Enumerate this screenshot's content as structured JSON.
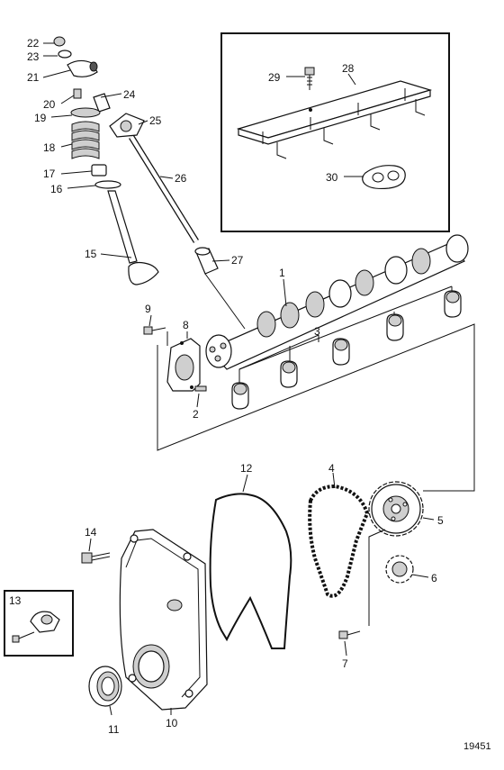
{
  "diagram": {
    "reference_number": "19451",
    "callouts": {
      "c1": "1",
      "c2": "2",
      "c3": "3",
      "c4": "4",
      "c5": "5",
      "c6": "6",
      "c7": "7",
      "c8": "8",
      "c9": "9",
      "c10": "10",
      "c11": "11",
      "c12": "12",
      "c13": "13",
      "c14": "14",
      "c15": "15",
      "c16": "16",
      "c17": "17",
      "c18": "18",
      "c19": "19",
      "c20": "20",
      "c21": "21",
      "c22": "22",
      "c23": "23",
      "c24": "24",
      "c25": "25",
      "c26": "26",
      "c27": "27",
      "c28": "28",
      "c29": "29",
      "c30": "30"
    }
  }
}
